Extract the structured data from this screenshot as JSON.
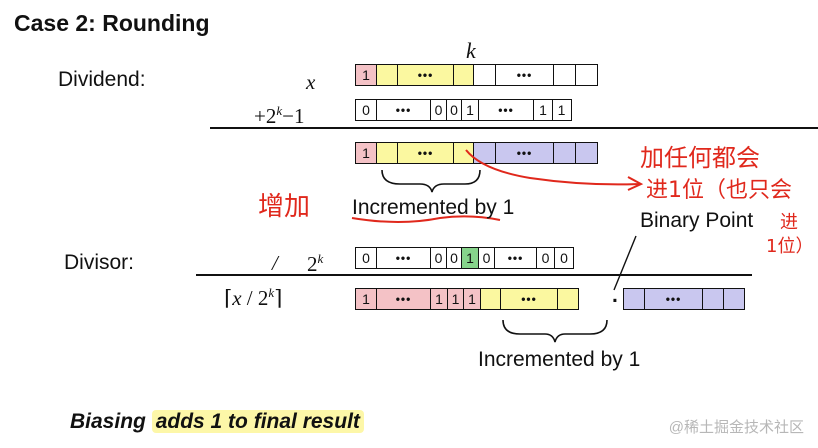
{
  "title": "Case 2: Rounding",
  "k_label": "k",
  "dividend": {
    "label": "Dividend:",
    "x": "x",
    "plus": "+2",
    "plus_sup": "k",
    "minus_one": "−1"
  },
  "divisor": {
    "label": "Divisor:",
    "slash": "/",
    "two": "2",
    "sup": "k"
  },
  "ceil": {
    "left": "⌈",
    "x": "x",
    "slash": " / 2",
    "sup": "k",
    "right": "⌉"
  },
  "cells": {
    "one": "1",
    "zero": "0",
    "dots": "•••"
  },
  "incremented_1": "Incremented by 1",
  "incremented_2": "Incremented by 1",
  "binary_point": "Binary Point",
  "binary_point_dot": ".",
  "annotations": {
    "zengjia": "增加",
    "line1": "加任何都会",
    "line2": "进1位（也只会",
    "line3": "进",
    "line4": "1位）"
  },
  "footer": {
    "prefix": "Biasing ",
    "highlight": "adds 1 to final result"
  },
  "watermark": "@稀土掘金技术社区",
  "colors": {
    "pink": "#f4c2c6",
    "yellow": "#fbf8a0",
    "lavender": "#c9c7ef",
    "green": "#86d48b",
    "annotation_red": "#e0281c"
  }
}
